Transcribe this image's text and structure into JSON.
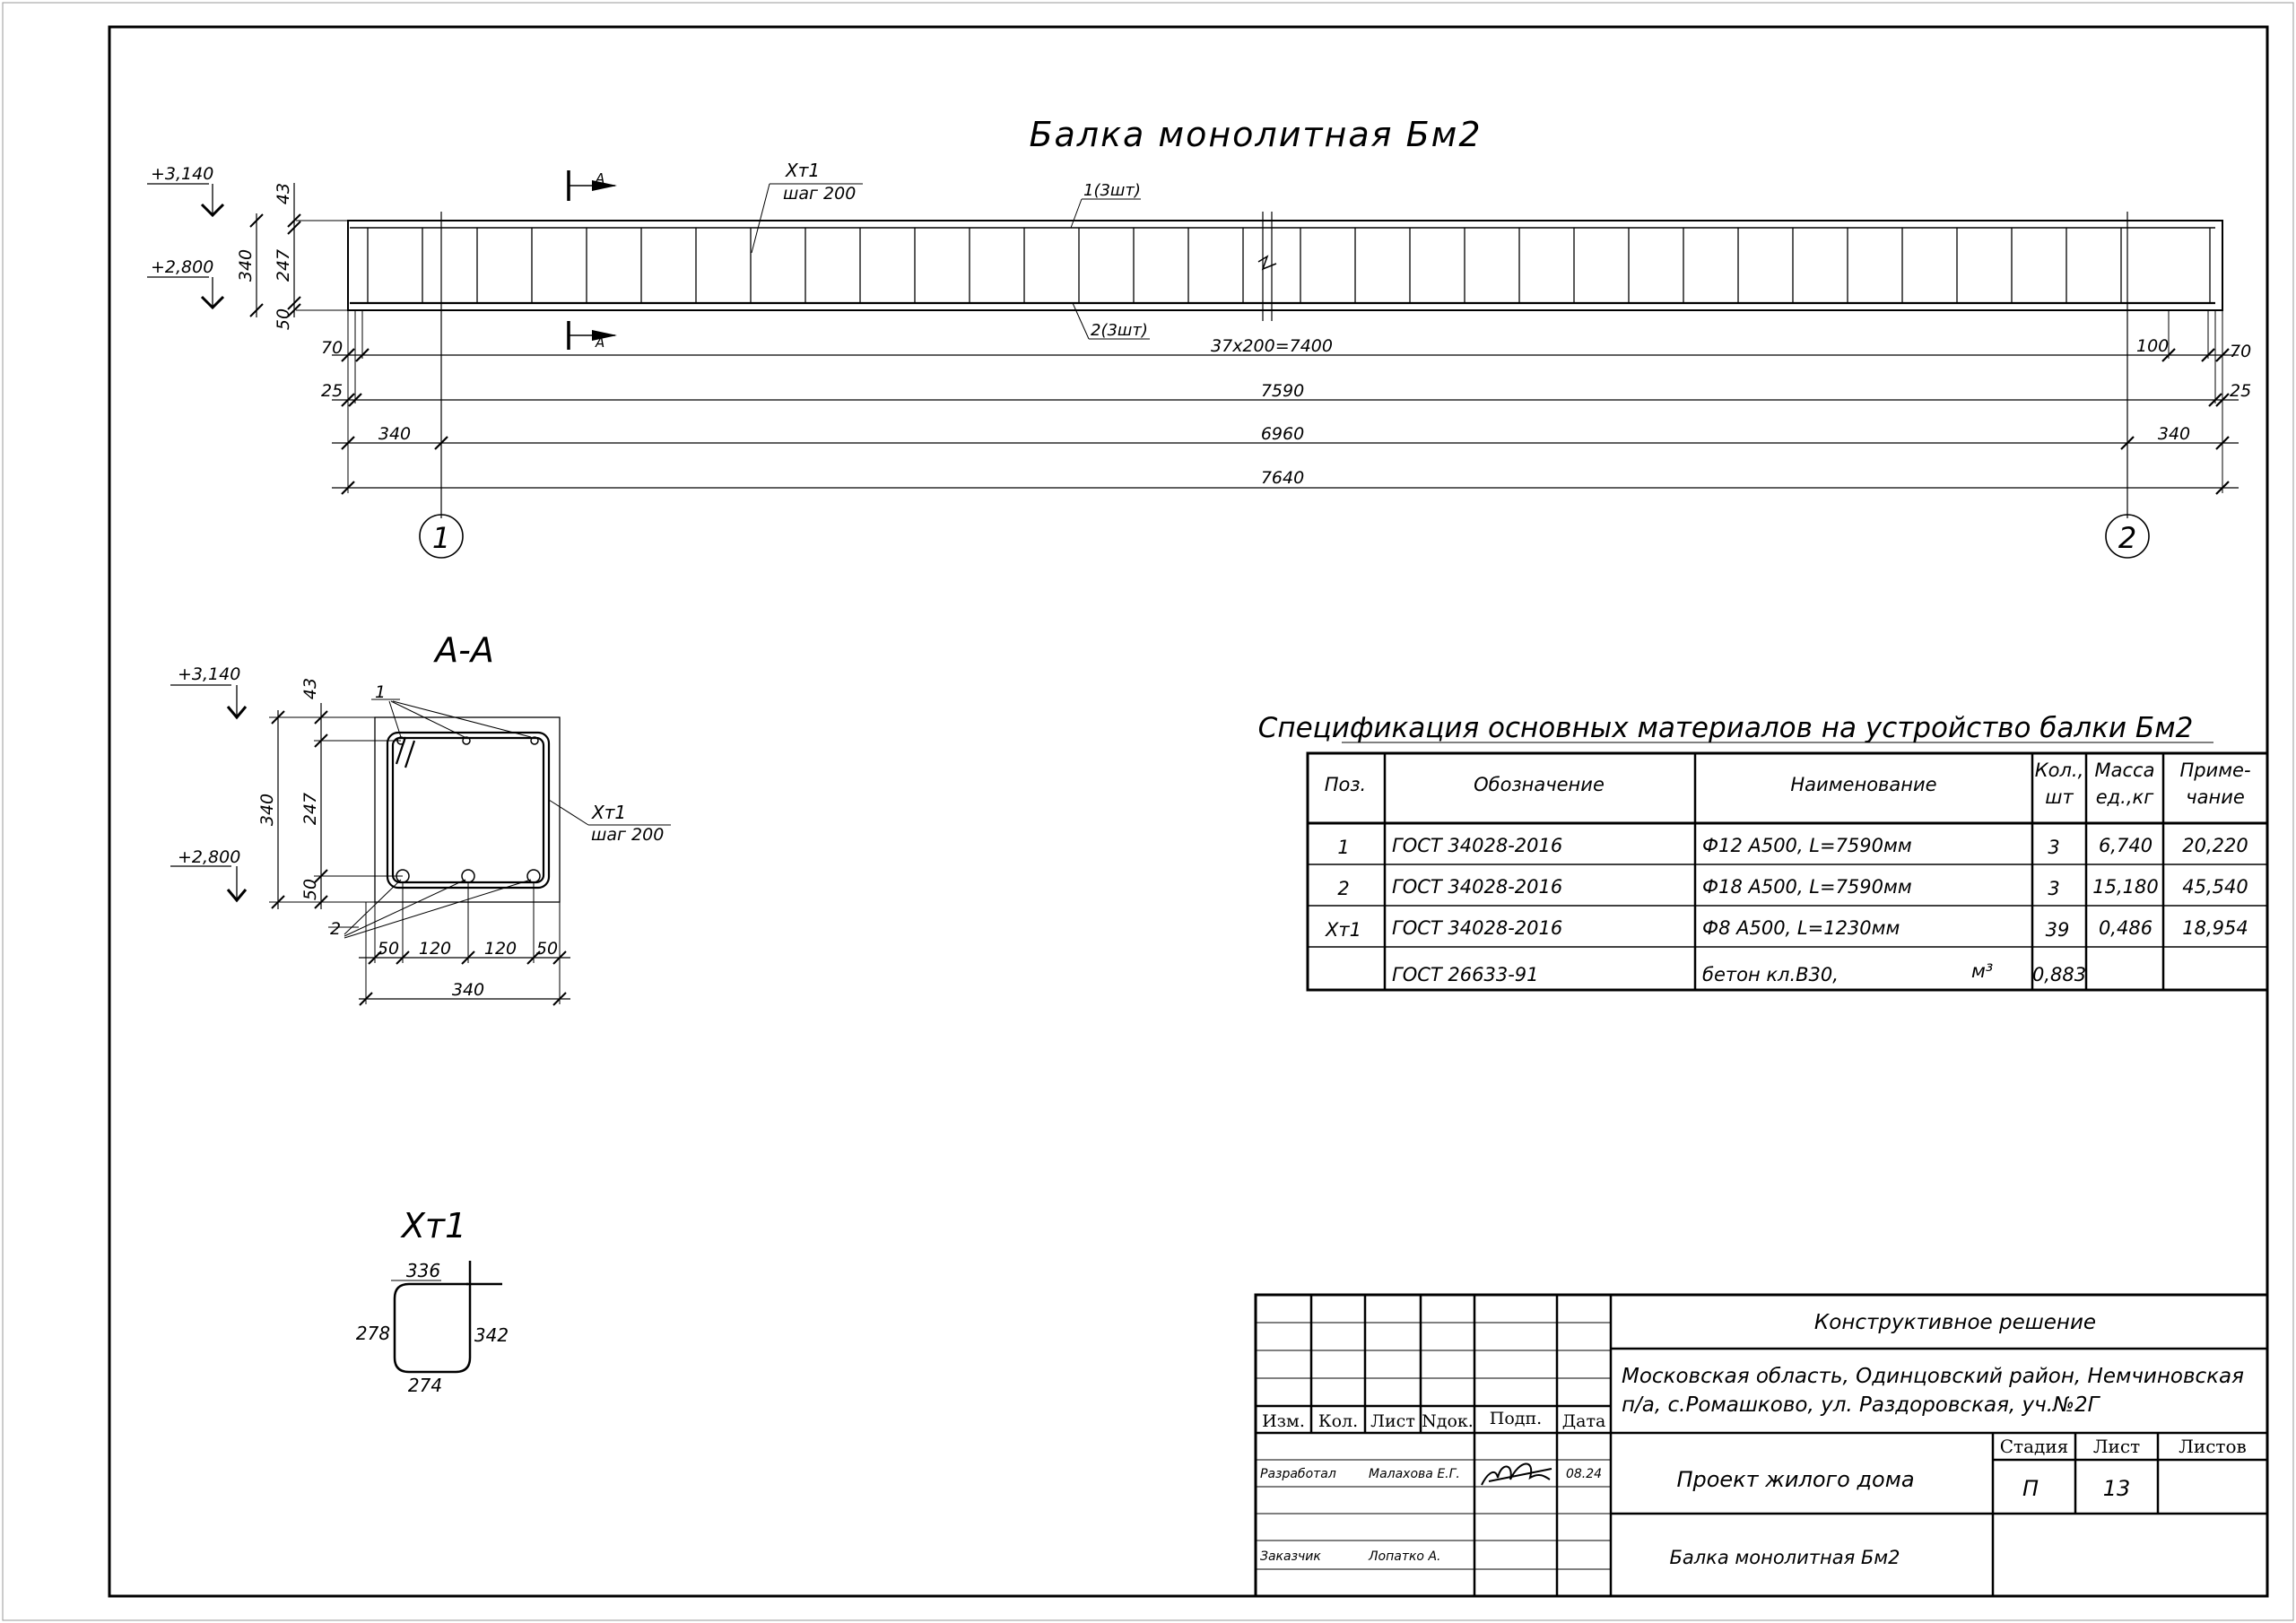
{
  "beam": {
    "title": "Балка монолитная Бм2",
    "elev_top": "+3,140",
    "elev_bottom": "+2,800",
    "dim_height_total": "340",
    "dim_top_cover": "43",
    "dim_mid": "247",
    "dim_bottom_cover": "50",
    "section_mark": "А",
    "xm1_label": "Хт1",
    "xm1_step": "шаг 200",
    "bar1_label": "1(3шт)",
    "bar2_label": "2(3шт)",
    "dim_row1_left": "70",
    "dim_row1_mid": "37х200=7400",
    "dim_row1_right_a": "100",
    "dim_row1_right_b": "70",
    "dim_row2_left": "25",
    "dim_row2_mid": "7590",
    "dim_row2_right": "25",
    "dim_row3_left": "340",
    "dim_row3_mid": "6960",
    "dim_row3_right": "340",
    "dim_row4_mid": "7640",
    "axis_1": "1",
    "axis_2": "2"
  },
  "section": {
    "title": "А-А",
    "elev_top": "+3,140",
    "elev_bottom": "+2,800",
    "dim_43": "43",
    "dim_247": "247",
    "dim_50": "50",
    "dim_340_v": "340",
    "pos1": "1",
    "pos2": "2",
    "xm1_label": "Хт1",
    "xm1_step": "шаг 200",
    "dim_b1": "50",
    "dim_b2": "120",
    "dim_b3": "120",
    "dim_b4": "50",
    "dim_b_total": "340"
  },
  "stirrup": {
    "title": "Хт1",
    "dim_top": "336",
    "dim_left": "278",
    "dim_right": "342",
    "dim_bottom": "274"
  },
  "spec": {
    "title": "Спецификация основных материалов на устройство балки Бм2",
    "headers": {
      "pos": "Поз.",
      "designation": "Обозначение",
      "name": "Наименование",
      "qty_1": "Кол.,",
      "qty_2": "шт",
      "mass_1": "Масса",
      "mass_2": "ед.,кг",
      "note_1": "Приме-",
      "note_2": "чание"
    },
    "rows": [
      {
        "pos": "1",
        "designation": "ГОСТ 34028-2016",
        "name": "Ф12 А500, L=7590мм",
        "unit": "",
        "qty": "3",
        "mass": "6,740",
        "note": "20,220"
      },
      {
        "pos": "2",
        "designation": "ГОСТ 34028-2016",
        "name": "Ф18 А500, L=7590мм",
        "unit": "",
        "qty": "3",
        "mass": "15,180",
        "note": "45,540"
      },
      {
        "pos": "Хт1",
        "designation": "ГОСТ 34028-2016",
        "name": "Ф8 А500, L=1230мм",
        "unit": "",
        "qty": "39",
        "mass": "0,486",
        "note": "18,954"
      },
      {
        "pos": "",
        "designation": "ГОСТ 26633-91",
        "name": "бетон кл.В30,",
        "unit": "м³",
        "qty": "0,883",
        "mass": "",
        "note": ""
      }
    ]
  },
  "stamp": {
    "h_izm": "Изм.",
    "h_kol": "Кол.",
    "h_list": "Лист",
    "h_ndok": "Nдок.",
    "h_podp": "Подп.",
    "h_data": "Дата",
    "role_1": "Разработал",
    "person_1": "Малахова Е.Г.",
    "date_1": "08.24",
    "role_2": "Заказчик",
    "person_2": "Лопатко А.",
    "section_title": "Конструктивное решение",
    "address_1": "Московская область, Одинцовский район, Немчиновская",
    "address_2": "п/а, с.Ромашково, ул. Раздоровская, уч.№2Г",
    "project": "Проект жилого дома",
    "drawing": "Балка монолитная Бм2",
    "h_stage": "Стадия",
    "h_sheet": "Лист",
    "h_sheets": "Листов",
    "stage": "П",
    "sheet": "13",
    "sheets": ""
  }
}
